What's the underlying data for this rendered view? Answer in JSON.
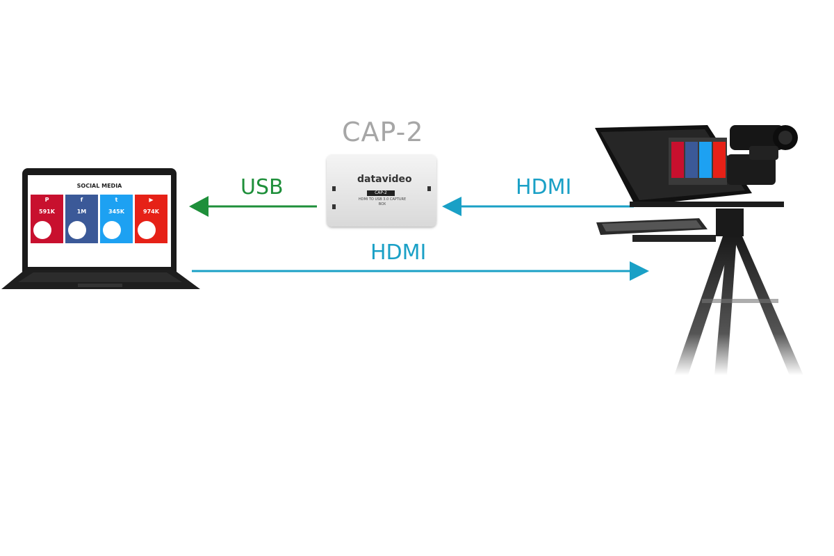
{
  "diagram": {
    "device_label": "CAP-2",
    "connections": {
      "usb_label": "USB",
      "hdmi_in_label": "HDMI",
      "hdmi_out_label": "HDMI"
    },
    "colors": {
      "usb": "#1e8f3a",
      "hdmi": "#1aa0c6",
      "device_label": "#a6a6a6"
    }
  },
  "laptop_screen": {
    "title": "SOCIAL MEDIA",
    "cards": [
      {
        "icon": "pinterest-icon",
        "value": "591K",
        "color": "#c8102e"
      },
      {
        "icon": "facebook-icon",
        "value": "1M",
        "color": "#3b5998"
      },
      {
        "icon": "twitter-icon",
        "value": "345K",
        "color": "#1da1f2"
      },
      {
        "icon": "youtube-icon",
        "value": "974K",
        "color": "#e62117"
      }
    ]
  },
  "capture_box": {
    "brand": "datavideo",
    "model": "CAP-2",
    "description": "HDMI TO USB 3.0 CAPTURE BOX"
  }
}
